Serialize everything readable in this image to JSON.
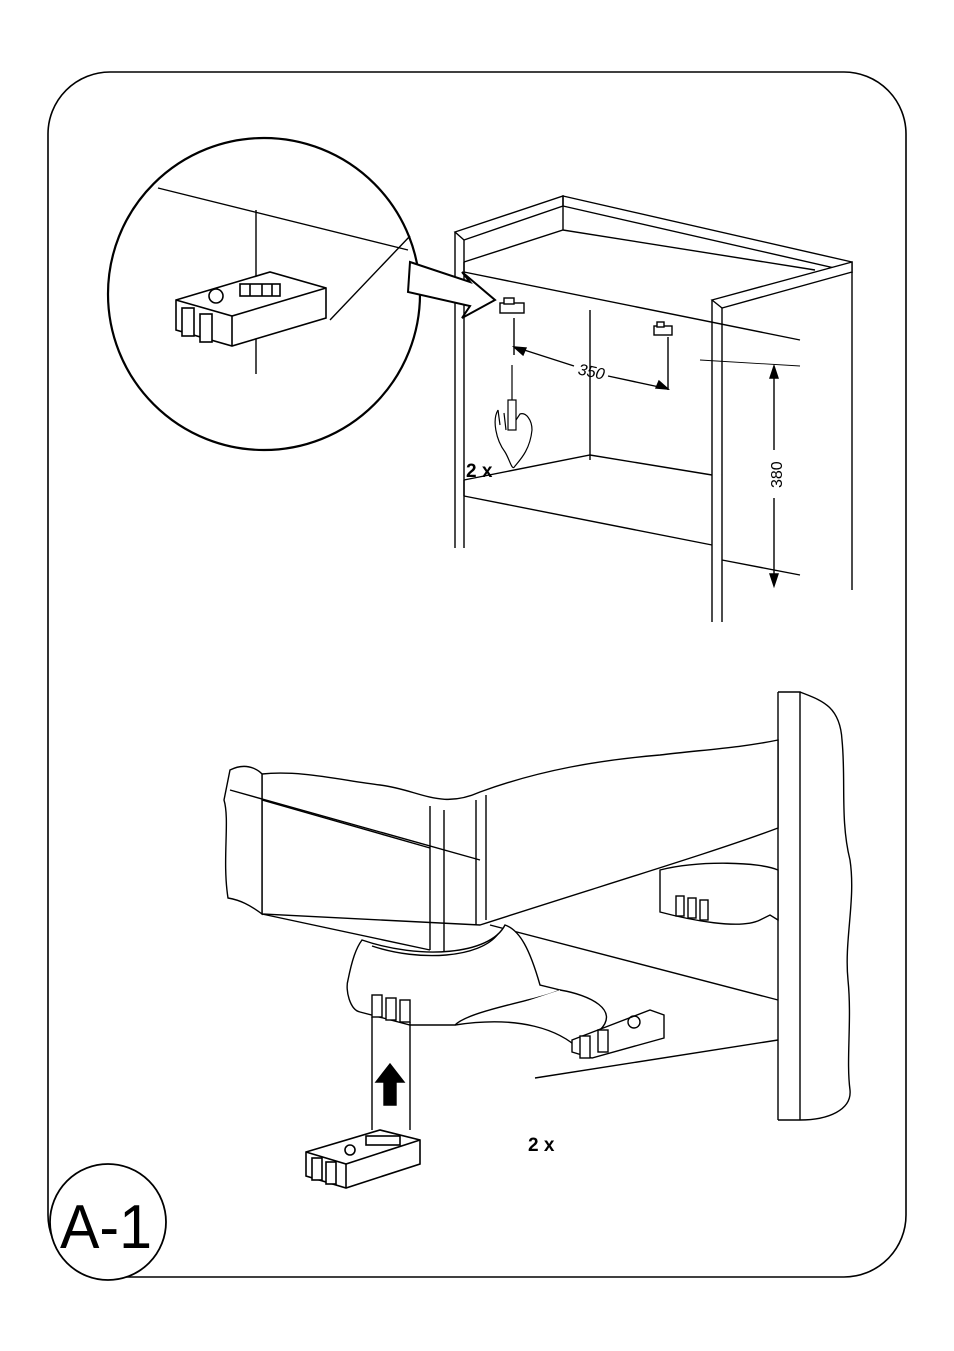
{
  "step": {
    "label": "A-1"
  },
  "top_panel": {
    "quantity": "2 x",
    "dimension_horizontal": "350",
    "dimension_vertical": "380"
  },
  "bottom_panel": {
    "quantity": "2 x"
  },
  "colors": {
    "line": "#000000",
    "background": "#ffffff",
    "shade": "#d9d9d9"
  }
}
